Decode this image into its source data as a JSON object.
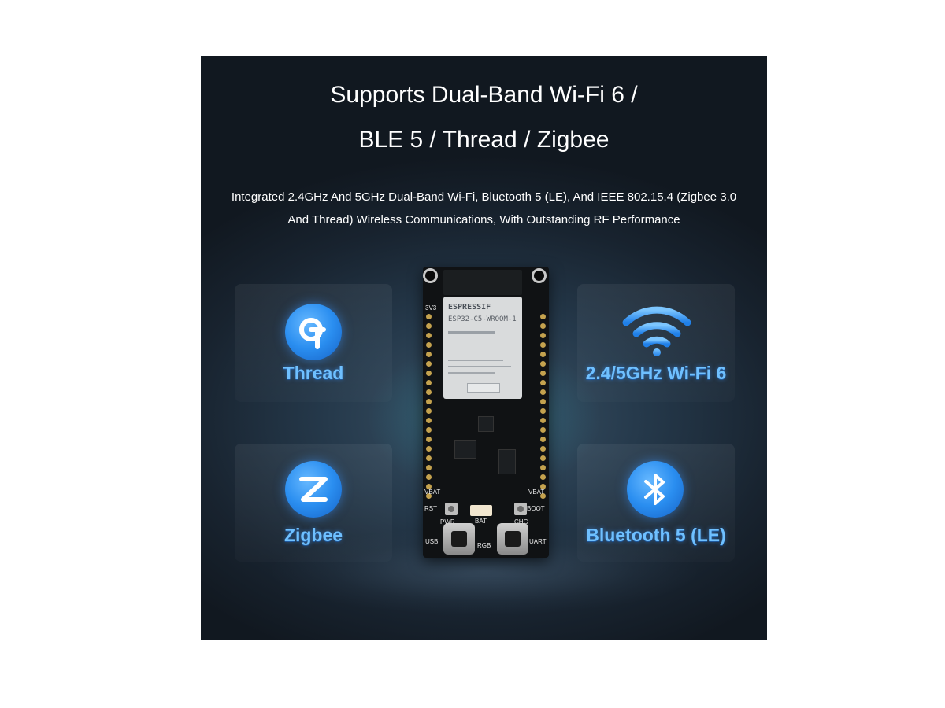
{
  "heading": {
    "line1": "Supports Dual-Band Wi-Fi 6 /",
    "line2": "BLE 5 / Thread / Zigbee"
  },
  "description": {
    "line1": "Integrated 2.4GHz And 5GHz Dual-Band Wi-Fi, Bluetooth 5 (LE), And IEEE 802.15.4 (Zigbee 3.0",
    "line2": "And Thread) Wireless Communications, With Outstanding RF Performance"
  },
  "features": {
    "thread": {
      "label": "Thread",
      "icon": "thread-icon"
    },
    "wifi": {
      "label": "2.4/5GHz Wi-Fi 6",
      "icon": "wifi-icon"
    },
    "zigbee": {
      "label": "Zigbee",
      "icon": "zigbee-icon"
    },
    "bluetooth": {
      "label": "Bluetooth 5 (LE)",
      "icon": "bluetooth-icon"
    }
  },
  "board": {
    "brand": "ESPRESSIF",
    "module_name": "ESP32-C5-WROOM-1",
    "silk_3v3": "3V3",
    "silk_rst": "RST",
    "silk_boot": "BOOT",
    "silk_vbat_l": "VBAT",
    "silk_vbat_r": "VBAT",
    "silk_pwr": "PWR",
    "silk_chg": "CHG",
    "silk_bat": "BAT",
    "silk_usb": "USB",
    "silk_uart": "UART",
    "silk_rgb": "RGB"
  },
  "colors": {
    "accent_blue": "#2a8ef0",
    "label_blue": "#6fc0ff",
    "background_dark": "#18232f"
  }
}
